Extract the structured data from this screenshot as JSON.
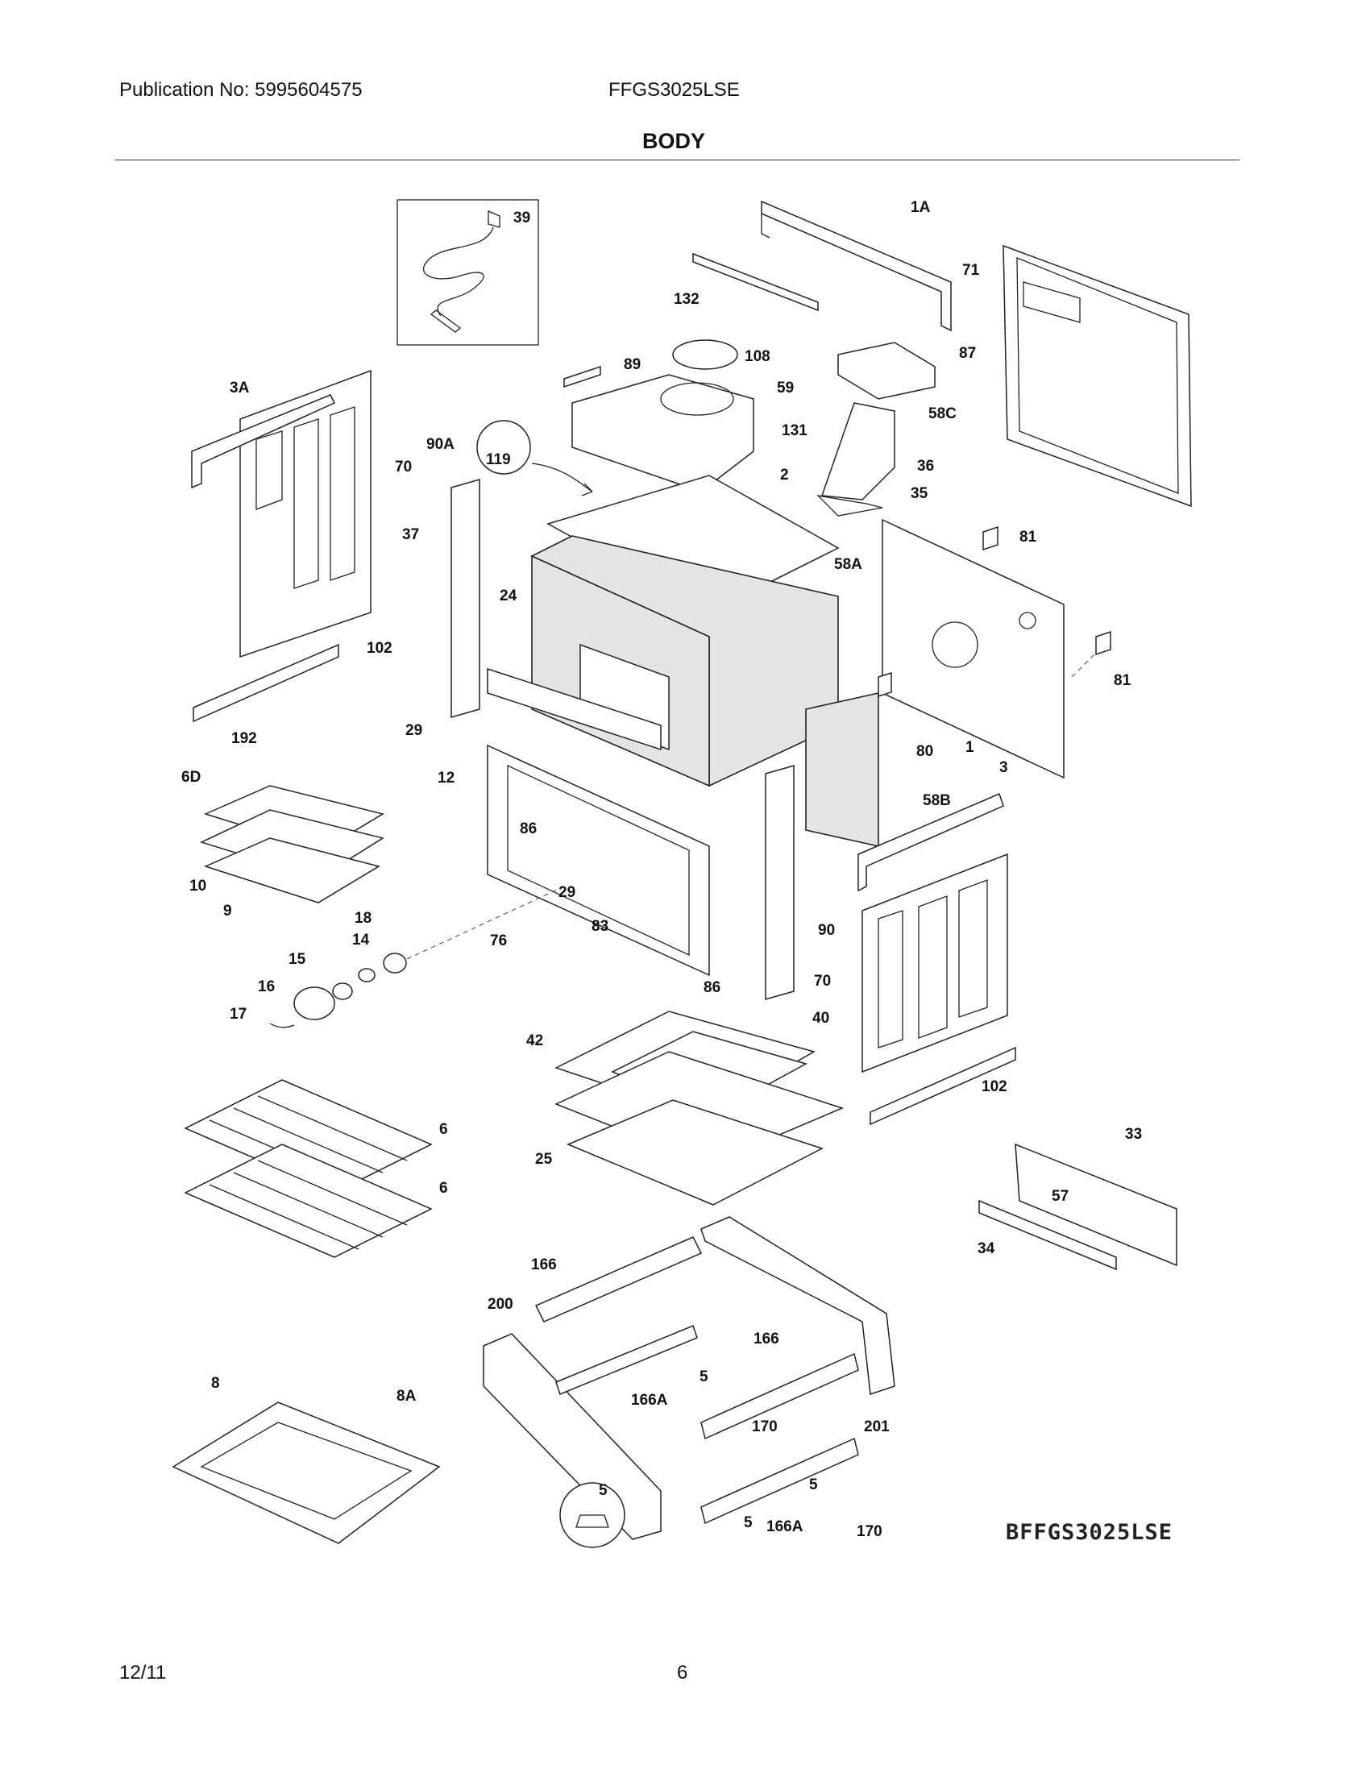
{
  "header": {
    "publication": "Publication No: 5995604575",
    "model": "FFGS3025LSE",
    "section_title": "BODY"
  },
  "diagram": {
    "callouts": [
      "39",
      "1A",
      "132",
      "71",
      "108",
      "89",
      "59",
      "87",
      "58C",
      "3A",
      "131",
      "90A",
      "119",
      "36",
      "70",
      "2",
      "35",
      "37",
      "58A",
      "81",
      "24",
      "102",
      "81",
      "192",
      "29",
      "80",
      "1",
      "6D",
      "12",
      "58B",
      "3",
      "86",
      "10",
      "9",
      "29",
      "83",
      "76",
      "90",
      "70",
      "14",
      "18",
      "15",
      "86",
      "16",
      "17",
      "40",
      "42",
      "102",
      "6",
      "6",
      "25",
      "33",
      "57",
      "34",
      "166",
      "200",
      "166",
      "8",
      "8A",
      "5",
      "166A",
      "201",
      "170",
      "5",
      "5",
      "166A",
      "5",
      "170"
    ],
    "diagram_id": "BFFGS3025LSE"
  },
  "footer": {
    "date": "12/11",
    "page": "6"
  }
}
